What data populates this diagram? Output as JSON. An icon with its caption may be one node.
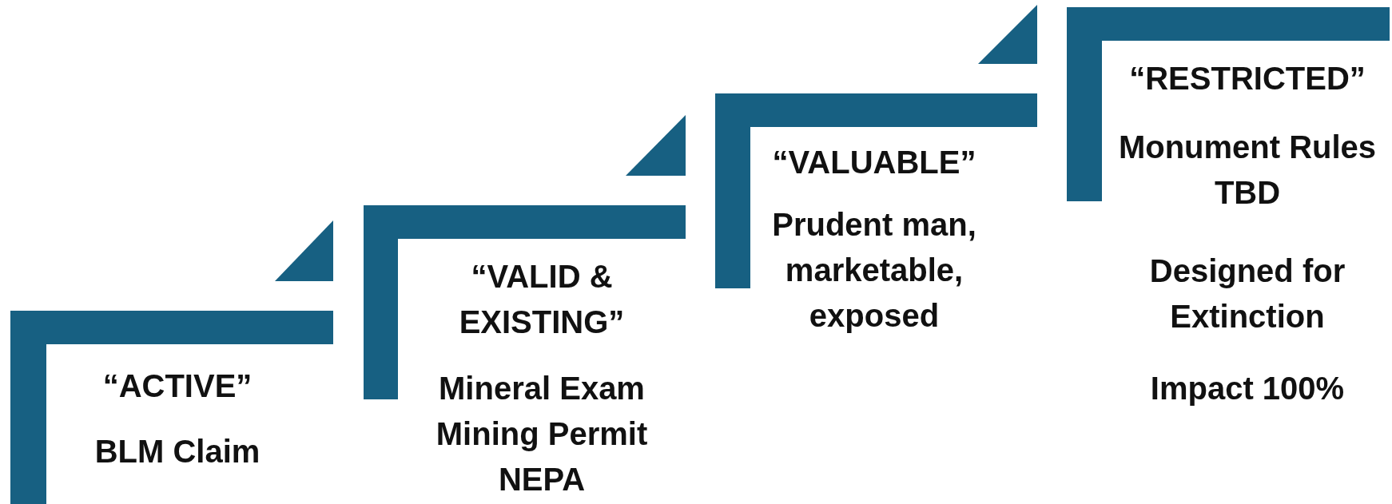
{
  "diagram": {
    "nodes": [
      {
        "text": [
          "“ACTIVE”",
          "BLM Claim"
        ]
      },
      {
        "text": [
          "“VALID & EXISTING”",
          "Mineral Exam Mining Permit NEPA"
        ]
      },
      {
        "text": [
          "“VALUABLE”",
          "Prudent man, marketable, exposed"
        ]
      },
      {
        "text": [
          "“RESTRICTED”",
          "Monument Rules TBD",
          "Designed for Extinction",
          "Impact 100%"
        ]
      }
    ]
  }
}
